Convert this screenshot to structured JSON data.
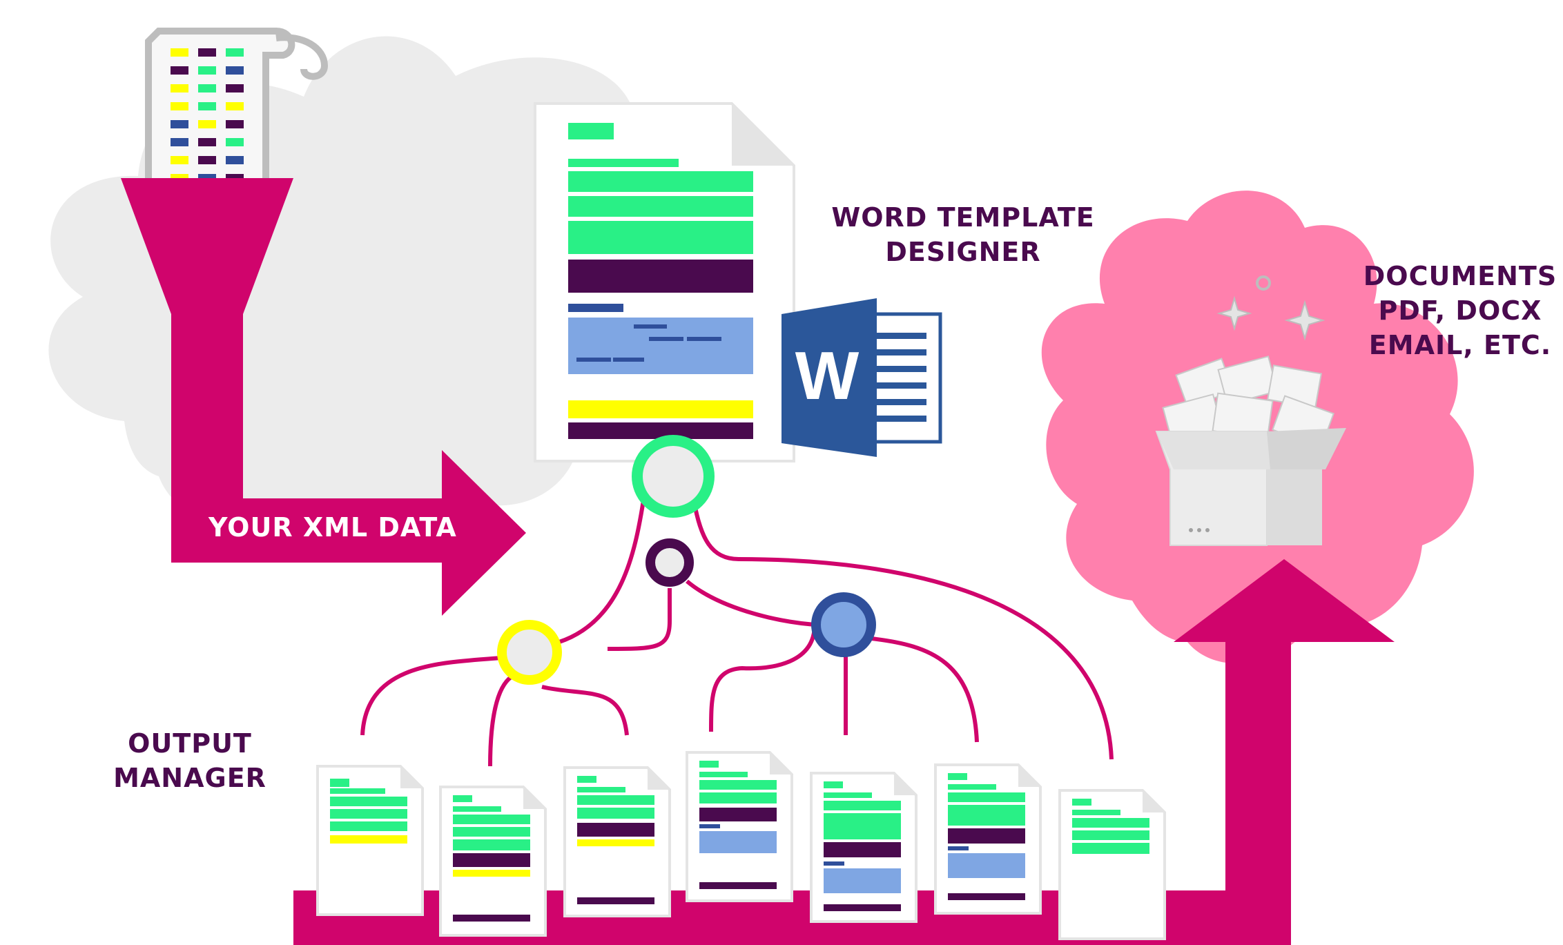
{
  "labels": {
    "xml_data": "YOUR XML DATA",
    "word_designer_line1": "WORD TEMPLATE",
    "word_designer_line2": "DESIGNER",
    "documents_line1": "DOCUMENTS",
    "documents_line2": "PDF, DOCX",
    "documents_line3": "EMAIL, ETC.",
    "output_manager_line1": "OUTPUT",
    "output_manager_line2": "MANAGER",
    "word_logo_letter": "W"
  },
  "icons": [
    "xml-scroll-icon",
    "funnel-icon",
    "word-logo-icon",
    "document-box-icon",
    "node-circle-icon",
    "output-document-icon"
  ],
  "colors": {
    "magenta": "#d0046c",
    "dark_purple": "#4a0a4e",
    "green": "#29f086",
    "yellow": "#ffff00",
    "light_blue": "#7fa6e3",
    "navy": "#2f4f9b",
    "word_blue": "#2b579a",
    "pink_cloud": "#ff80ad",
    "gray_cloud": "#ececec"
  }
}
